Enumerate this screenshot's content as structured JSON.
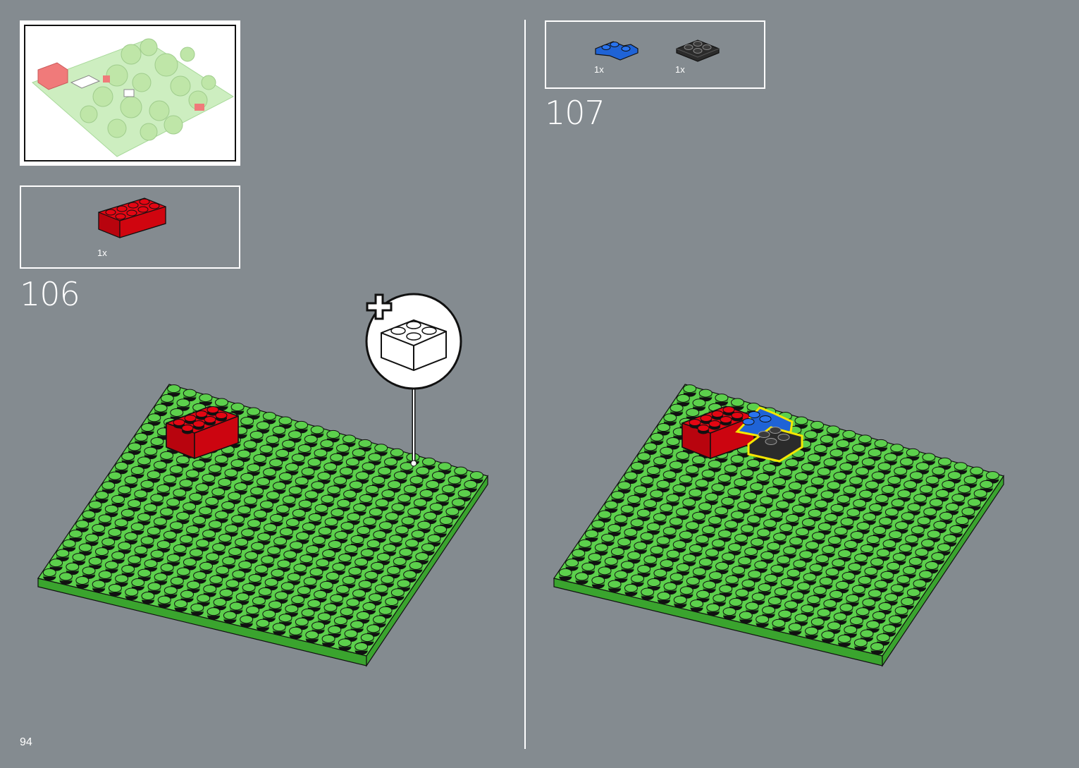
{
  "page": {
    "number": "94",
    "background_color": "#848b90"
  },
  "colors": {
    "baseplate_green": "#5cd04c",
    "baseplate_dark": "#3aa42e",
    "brick_red": "#e30613",
    "plate_blue": "#1f63d6",
    "plate_black": "#2b2b2b",
    "highlight_yellow": "#f5e600"
  },
  "step_106": {
    "number": "106",
    "parts": [
      {
        "name": "red-brick-2x4",
        "quantity": "1x",
        "color": "#e30613"
      }
    ],
    "callout_icon": "add-white-brick-icon"
  },
  "step_107": {
    "number": "107",
    "parts": [
      {
        "name": "blue-corner-plate-2x2",
        "quantity": "1x",
        "color": "#1f63d6"
      },
      {
        "name": "black-plate-2x2",
        "quantity": "1x",
        "color": "#2b2b2b"
      }
    ]
  },
  "overview": {
    "icon": "finished-model-preview-icon"
  }
}
